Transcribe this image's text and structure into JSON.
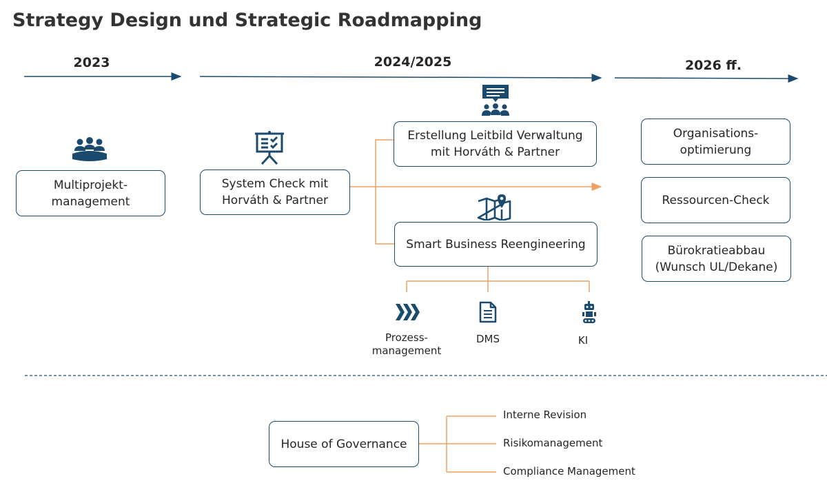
{
  "title": "Strategy Design und Strategic Roadmapping",
  "timeline": {
    "years": [
      "2023",
      "2024/2025",
      "2026 ff."
    ]
  },
  "boxes": {
    "multiprojekt": [
      "Multiprojekt-",
      "management"
    ],
    "system_check": [
      "System Check mit",
      "Horváth & Partner"
    ],
    "leitbild": [
      "Erstellung Leitbild Verwaltung",
      "mit Horváth & Partner"
    ],
    "smart_business": [
      "Smart Business Reengineering"
    ],
    "organisation": [
      "Organisations-",
      "optimierung"
    ],
    "ressourcen": [
      "Ressourcen-Check"
    ],
    "buerokratie": [
      "Bürokratieabbau",
      "(Wunsch UL/Dekane)"
    ],
    "governance": [
      "House of Governance"
    ]
  },
  "sub_items": {
    "prozess": [
      "Prozess-",
      "management"
    ],
    "dms": [
      "DMS"
    ],
    "ki": [
      "KI"
    ]
  },
  "governance_items": [
    "Interne Revision",
    "Risikomanagement",
    "Compliance Management"
  ],
  "icons": {
    "multiprojekt": "team-meeting-icon",
    "system_check": "presentation-board-icon",
    "leitbild": "group-discussion-icon",
    "smart_business": "map-pin-icon",
    "prozess": "chevrons-right-icon",
    "dms": "document-icon",
    "ki": "robot-icon"
  },
  "colors": {
    "dark_blue": "#1a4a6e",
    "orange": "#f0a060"
  }
}
